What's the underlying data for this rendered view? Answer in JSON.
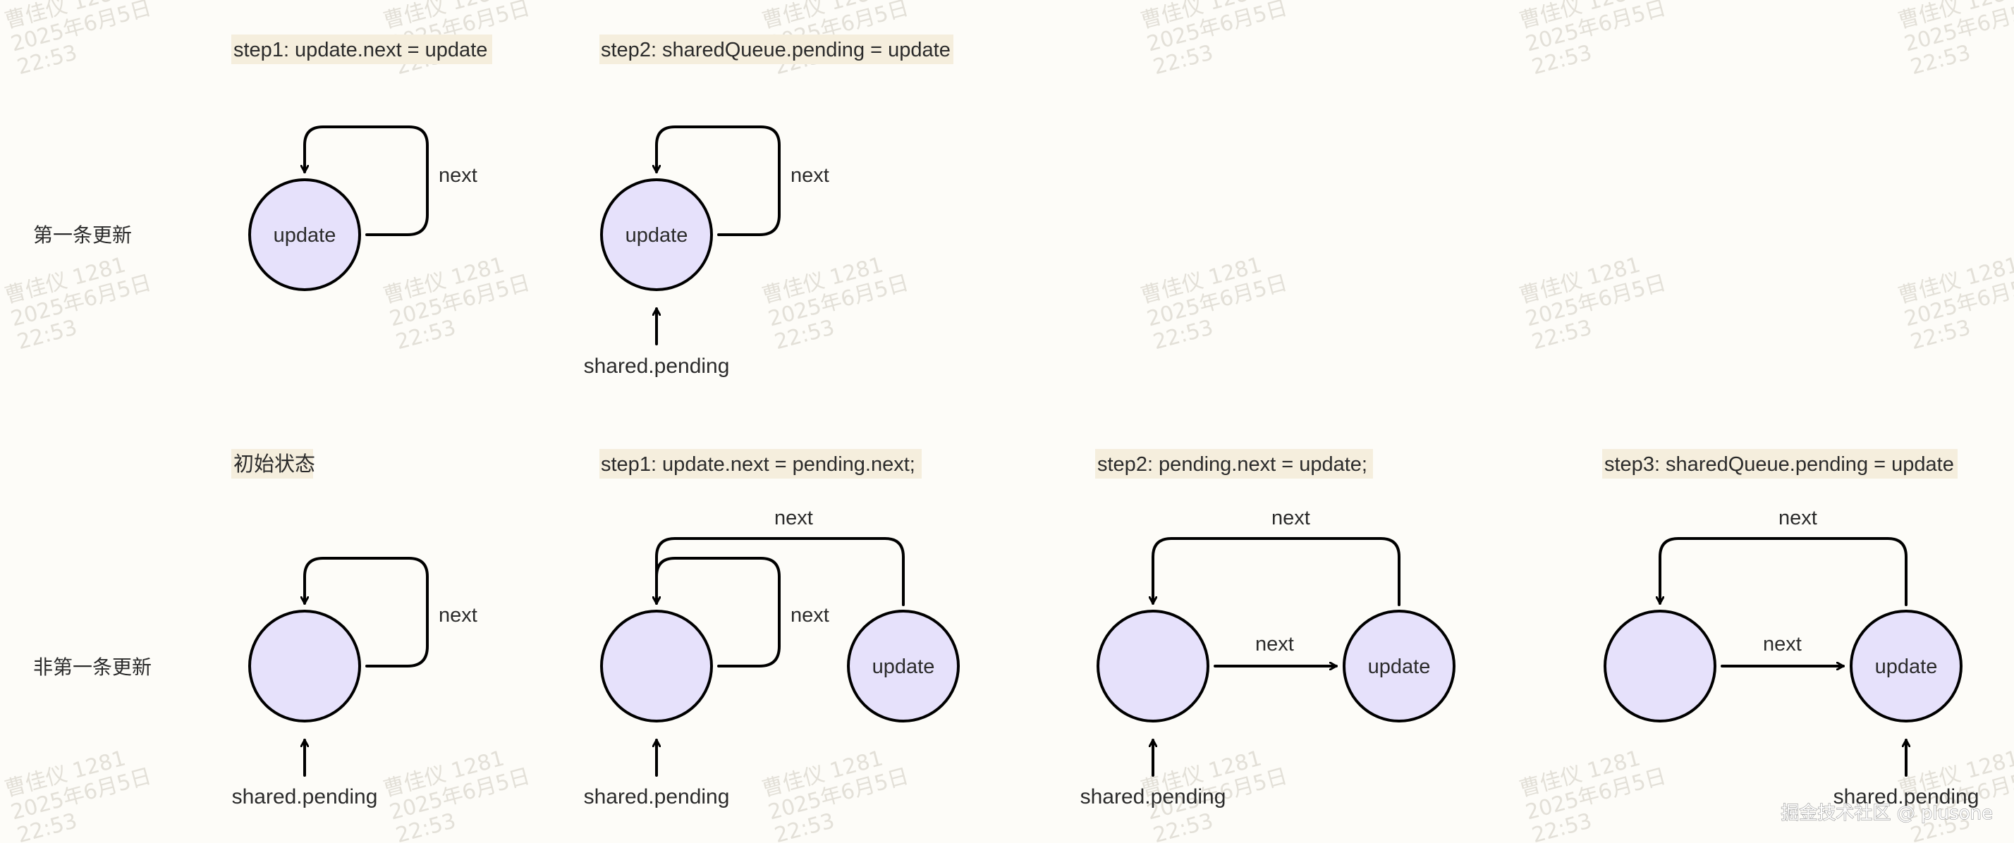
{
  "row_labels": {
    "first_update": "第一条更新",
    "non_first_update": "非第一条更新"
  },
  "steps": {
    "row1_step1": "step1: update.next = update",
    "row1_step2": "step2: sharedQueue.pending = update",
    "row2_initial": "初始状态",
    "row2_step1": "step1: update.next = pending.next;",
    "row2_step2": "step2: pending.next = update;",
    "row2_step3": "step3: sharedQueue.pending = update"
  },
  "nodes": {
    "update": "update"
  },
  "edges": {
    "next": "next",
    "pointer": "shared.pending"
  },
  "watermark": {
    "line1": "曹佳仪 1281",
    "line2": "2025年6月5日",
    "line3": "22:53"
  },
  "footer": "掘金技术社区 @ plusone",
  "colors": {
    "node_fill": "#e6e1fb",
    "stroke": "#000000",
    "step_highlight": "#f5eedd",
    "background": "#fdfcf8"
  }
}
